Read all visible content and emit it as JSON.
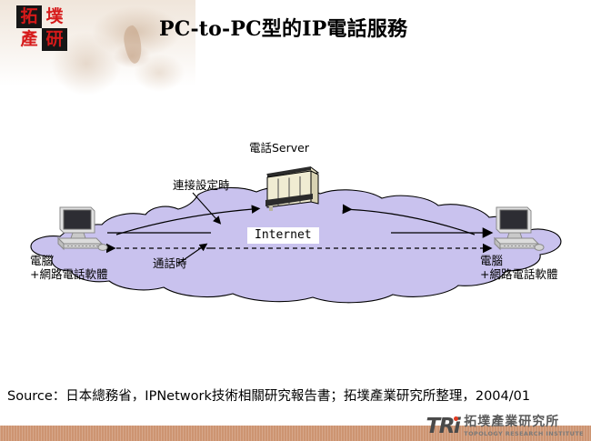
{
  "brand": {
    "logo_chars": [
      "拓",
      "墣",
      "產",
      "研"
    ],
    "accent_red": "#d61a1a",
    "logo_dark": "#161616"
  },
  "title": "PC-to-PC型的IP電話服務",
  "diagram": {
    "cloud_label": "Internet",
    "cloud_fill": "#c9c2ee",
    "cloud_stroke": "#000000",
    "server_label": "電話Server",
    "setup_label": "連接設定時",
    "talk_label": "通話時",
    "pc_left": {
      "line1": "電腦",
      "line2": "+網路電話軟體"
    },
    "pc_right": {
      "line1": "電腦",
      "line2": "+網路電話軟體"
    }
  },
  "source": "Source：日本總務省，IPNetwork技術相關研究報告書；拓墣產業研究所整理，2004/01",
  "footer": {
    "bar_color": "#cd9471",
    "logo_mark": "TRi",
    "logo_cn": "拓墣產業研究所",
    "logo_en": "TOPOLOGY RESEARCH INSTITUTE"
  }
}
